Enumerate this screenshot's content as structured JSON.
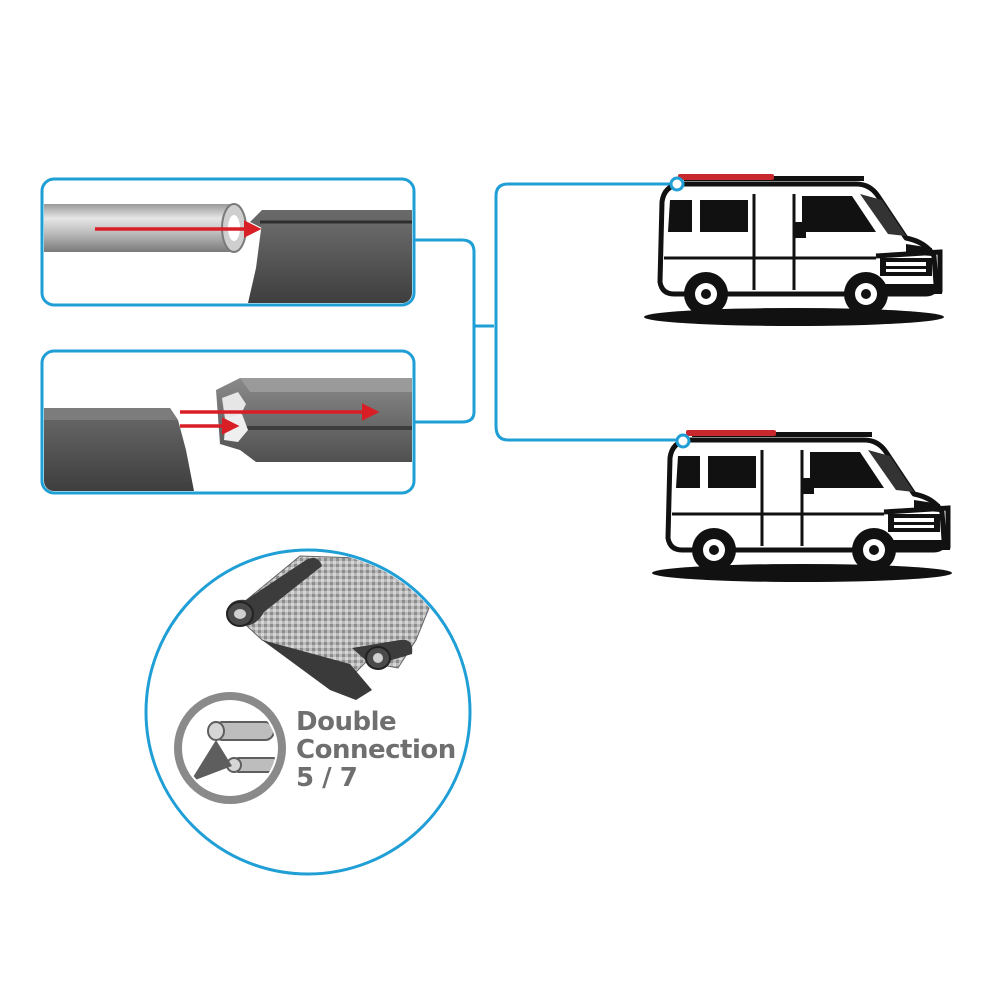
{
  "colors": {
    "frame": "#1f9fd6",
    "arrow": "#d91f26",
    "rail_highlight": "#c8282d",
    "profile_dark": "#4a4a4a",
    "caption_text": "#6f6f6f"
  },
  "panels": [
    {
      "id": "tube-into-channel",
      "arrow_count": 1
    },
    {
      "id": "keder-into-profile",
      "arrow_count": 2
    }
  ],
  "vehicles": [
    {
      "id": "van-top",
      "rail_position": "upper",
      "icon": "van-icon"
    },
    {
      "id": "van-bottom",
      "rail_position": "lower",
      "icon": "van-icon"
    }
  ],
  "detail_circle": {
    "icon": "double-keder-icon",
    "caption": {
      "line1": "Double",
      "line2": "Connection",
      "line3": "5 / 7"
    }
  }
}
